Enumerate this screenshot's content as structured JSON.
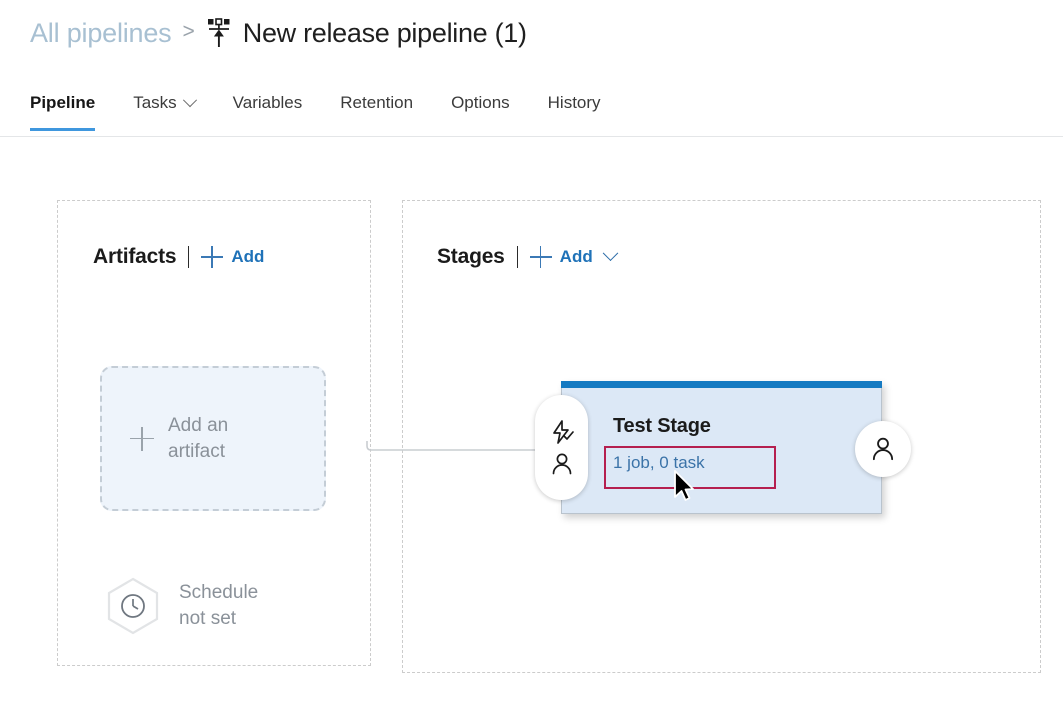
{
  "breadcrumb": {
    "parent_label": "All pipelines",
    "separator": ">",
    "current_label": "New release pipeline (1)",
    "icon": "release-pipeline-icon"
  },
  "tabs": [
    {
      "label": "Pipeline",
      "active": true,
      "has_chevron": false
    },
    {
      "label": "Tasks",
      "active": false,
      "has_chevron": true
    },
    {
      "label": "Variables",
      "active": false,
      "has_chevron": false
    },
    {
      "label": "Retention",
      "active": false,
      "has_chevron": false
    },
    {
      "label": "Options",
      "active": false,
      "has_chevron": false
    },
    {
      "label": "History",
      "active": false,
      "has_chevron": false
    }
  ],
  "artifacts": {
    "title": "Artifacts",
    "divider": "|",
    "add_label": "Add",
    "add_icon": "plus-icon",
    "tile": {
      "label": "Add an\nartifact",
      "icon": "plus-icon"
    },
    "schedule": {
      "label": "Schedule\nnot set",
      "icon": "clock-icon"
    }
  },
  "stages": {
    "title": "Stages",
    "divider": "|",
    "add_label": "Add",
    "add_icon": "plus-icon",
    "add_has_chevron": true,
    "stage": {
      "name": "Test Stage",
      "jobs_tasks_label": "1 job, 0 task",
      "jobs_count": 1,
      "tasks_count": 0,
      "pre_deployment_icons": [
        "lightning-check-icon",
        "person-icon"
      ],
      "post_deployment_icon": "person-icon"
    }
  },
  "annotation": {
    "highlight_target": "1 job, 0 task",
    "highlight_color": "#b51f4f"
  },
  "colors": {
    "accent_blue": "#1f72b8",
    "tab_underline": "#3f97de",
    "stage_top_bar": "#157ac2",
    "stage_body": "#dce8f6",
    "breadcrumb_parent": "#a8c0d2",
    "muted_text": "#8a9199",
    "panel_border": "#cccccc"
  }
}
